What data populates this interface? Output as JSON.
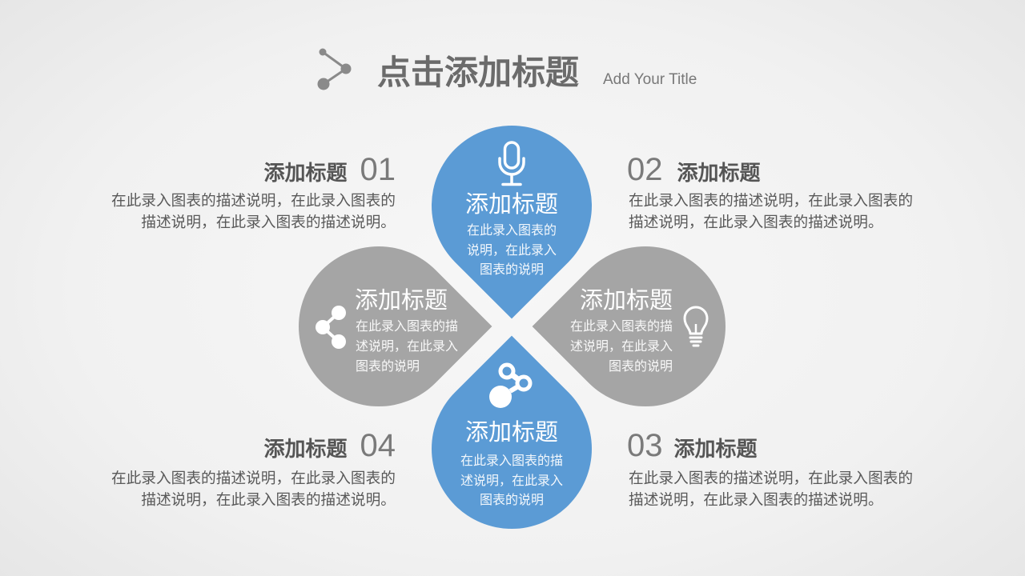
{
  "slide": {
    "title": "点击添加标题",
    "subtitle": "Add Your Title",
    "title_icon": "connected-nodes-icon"
  },
  "petals": {
    "top": {
      "icon": "microphone-icon",
      "color": "#5b9bd5",
      "title": "添加标题",
      "desc": [
        "在此录入图表的",
        "说明，在此录入",
        "图表的说明"
      ]
    },
    "left": {
      "icon": "share-icon",
      "color": "#a5a5a5",
      "title": "添加标题",
      "desc": [
        "在此录入图表的描",
        "述说明，在此录入",
        "图表的说明"
      ]
    },
    "right": {
      "icon": "lightbulb-icon",
      "color": "#a5a5a5",
      "title": "添加标题",
      "desc": [
        "在此录入图表的描",
        "述说明，在此录入",
        "图表的说明"
      ]
    },
    "bottom": {
      "icon": "molecule-icon",
      "color": "#5b9bd5",
      "title": "添加标题",
      "desc": [
        "在此录入图表的描",
        "述说明，在此录入",
        "图表的说明"
      ]
    }
  },
  "items": [
    {
      "number": "01",
      "title": "添加标题",
      "desc": [
        "在此录入图表的描述说明，在此录入图表的",
        "描述说明，在此录入图表的描述说明。"
      ]
    },
    {
      "number": "02",
      "title": "添加标题",
      "desc": [
        "在此录入图表的描述说明，在此录入图表的",
        "描述说明，在此录入图表的描述说明。"
      ]
    },
    {
      "number": "03",
      "title": "添加标题",
      "desc": [
        "在此录入图表的描述说明，在此录入图表的",
        "描述说明，在此录入图表的描述说明。"
      ]
    },
    {
      "number": "04",
      "title": "添加标题",
      "desc": [
        "在此录入图表的描述说明，在此录入图表的",
        "描述说明，在此录入图表的描述说明。"
      ]
    }
  ]
}
